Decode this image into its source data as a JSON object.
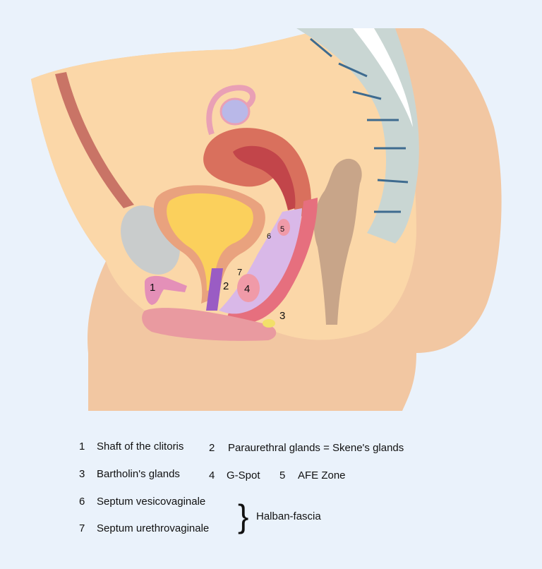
{
  "colors": {
    "background": "#eaf2fb",
    "skin": "#f2c7a2",
    "tissue": "#fbd7a8",
    "uterus": "#d9705d",
    "bladder": "#fbd05c",
    "spine": "#c9d6d3",
    "rectum": "#c8a589",
    "vagina": "#d9b8e8",
    "vaginal_wall": "#e66f7e"
  },
  "markers": {
    "m1": "1",
    "m2": "2",
    "m3": "3",
    "m4": "4",
    "m5": "5",
    "m6": "6",
    "m7": "7"
  },
  "legend": [
    {
      "num": "1",
      "text": "Shaft of the clitoris"
    },
    {
      "num": "2",
      "text": "Paraurethral glands = Skene's glands"
    },
    {
      "num": "3",
      "text": "Bartholin's glands"
    },
    {
      "num": "4",
      "text": "G-Spot"
    },
    {
      "num": "5",
      "text": "AFE Zone"
    },
    {
      "num": "6",
      "text": "Septum vesicovaginale"
    },
    {
      "num": "7",
      "text": "Septum urethrovaginale"
    }
  ],
  "brace_label": "Halban-fascia"
}
